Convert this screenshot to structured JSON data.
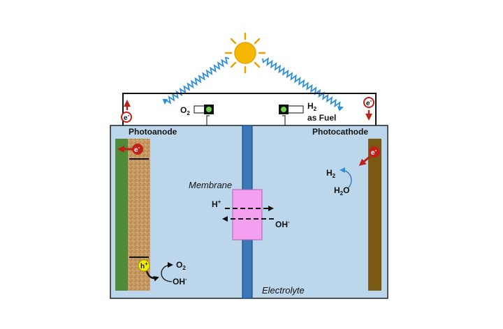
{
  "labels": {
    "photoanode": "Photoanode",
    "photocathode": "Photocathode",
    "membrane": "Membrane",
    "electrolyte": "Electrolyte",
    "as_fuel": "as Fuel"
  },
  "chem": {
    "o2_base": "O",
    "o2_sub": "2",
    "h2_base": "H",
    "h2_sub": "2",
    "h2o_h": "H",
    "h2o_sub": "2",
    "h2o_o": "O",
    "hplus_base": "H",
    "hplus_sup": "+",
    "ohminus_base": "OH",
    "ohminus_sup": "-",
    "e_base": "e",
    "e_sup": "-",
    "h_base": "h",
    "h_sup": "+"
  },
  "colors": {
    "electrolyte": "#bcd7ec",
    "membrane_bar": "#3a78b8",
    "membrane_box": "#f59ff0",
    "anode_green": "#4e8a37",
    "anode_sand": "#c79a63",
    "cathode_brown": "#7a5a12",
    "sun": "#f5b800",
    "wave": "#2f8fd8",
    "electron_red": "#c0201a",
    "hole_yellow": "#f2f000"
  }
}
